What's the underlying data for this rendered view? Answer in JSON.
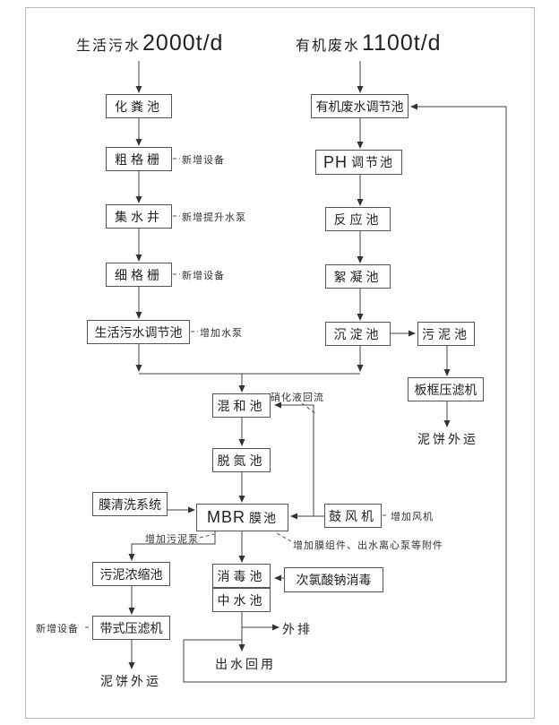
{
  "headers": {
    "left": {
      "prefix": "生活污水",
      "value": "2000t/d"
    },
    "right": {
      "prefix": "有机废水",
      "value": "1100t/d"
    }
  },
  "nodes": {
    "septic": "化粪池",
    "coarse_screen": "粗格栅",
    "collect_well": "集水井",
    "fine_screen": "细格栅",
    "domestic_eq": "生活污水调节池",
    "organic_eq": "有机废水调节池",
    "ph": {
      "latin": "PH",
      "cn": "调节池"
    },
    "reaction": "反应池",
    "floc": "絮凝池",
    "sediment": "沉淀池",
    "sludge": "污泥池",
    "plate_press": "板框压滤机",
    "mix": "混和池",
    "denitri": "脱氮池",
    "membrane_clean": "膜清洗系统",
    "mbr": {
      "latin": "MBR",
      "cn": "膜池"
    },
    "blower": "鼓风机",
    "sludge_thicken": "污泥浓缩池",
    "disinfect": "消毒池",
    "naclo": "次氯酸钠消毒",
    "reclaimed": "中水池",
    "belt_press": "带式压滤机"
  },
  "labels": {
    "cake_out_right": "泥饼外运",
    "cake_out_bottom": "泥饼外运",
    "discharge": "外排",
    "reuse": "出水回用",
    "nitrified_return": "硝化液回流"
  },
  "annotations": {
    "coarse_new": "新增设备",
    "well_pump": "新增提升水泵",
    "fine_new": "新增设备",
    "eq_pump": "增加水泵",
    "blower_add": "增加风机",
    "sludge_pump_add": "增加污泥泵",
    "membrane_add": "增加膜组件、出水离心泵等附件",
    "belt_new": "新增设备"
  }
}
